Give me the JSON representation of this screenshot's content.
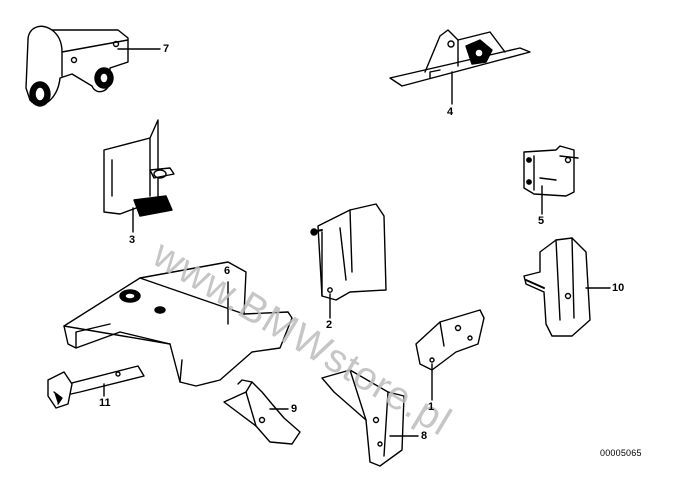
{
  "diagram_id": "00005065",
  "watermark": "www.BMWstore.pl",
  "callouts": {
    "p1": "1",
    "p2": "2",
    "p3": "3",
    "p4": "4",
    "p5": "5",
    "p6": "6",
    "p7": "7",
    "p8": "8",
    "p9": "9",
    "p10": "10",
    "p11": "11"
  },
  "colors": {
    "ink": "#000000",
    "background": "#ffffff",
    "watermark": "#bdbdbd"
  }
}
